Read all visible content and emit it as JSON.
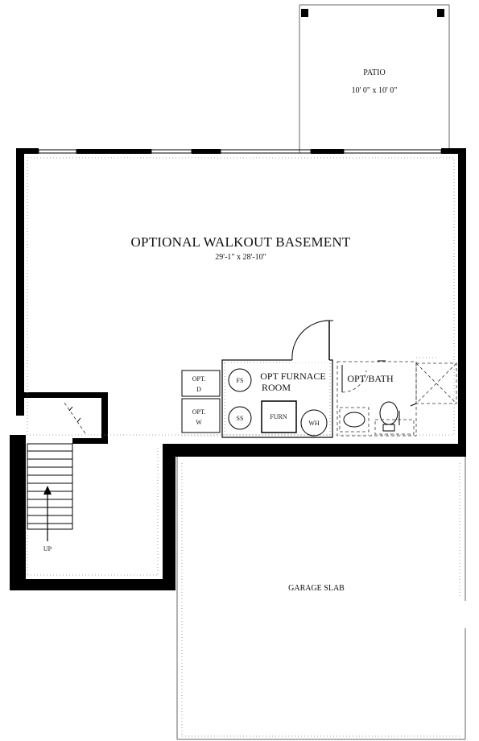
{
  "patio": {
    "label": "PATIO",
    "dimensions": "10' 0\" x 10' 0\""
  },
  "basement": {
    "label": "OPTIONAL WALKOUT BASEMENT",
    "dimensions": "29'-1\" x 28'-10\""
  },
  "furnace_room": {
    "label_line1": "OPT FURNACE",
    "label_line2": "ROOM"
  },
  "bath": {
    "label": "OPT/BATH"
  },
  "closets": {
    "dryer_line1": "OPT.",
    "dryer_line2": "D",
    "washer_line1": "OPT.",
    "washer_line2": "W"
  },
  "equipment": {
    "fs": "FS",
    "ss": "SS",
    "furn": "FURN",
    "wh": "WH"
  },
  "stairs": {
    "label": "UP"
  },
  "garage": {
    "label": "GARAGE SLAB"
  }
}
